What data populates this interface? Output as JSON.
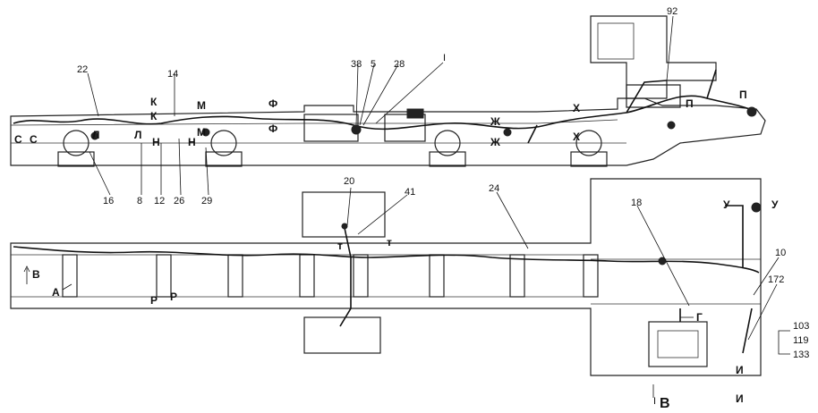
{
  "labels": {
    "c1": "С",
    "c2": "С",
    "l1": "Л",
    "l2": "Л",
    "k1": "К",
    "k2": "К",
    "m1": "М",
    "m2": "М",
    "n1": "Н",
    "n2": "Н",
    "f1": "Ф",
    "f2": "Ф",
    "zh1": "Ж",
    "zh2": "Ж",
    "kh1": "Х",
    "kh2": "Х",
    "p1": "П",
    "p2": "П",
    "roman1": "I",
    "v1": "В",
    "a1": "А",
    "r1": "Р",
    "r2": "Р",
    "t1": "т",
    "t2": "т",
    "u1": "У",
    "u2": "У",
    "g1": "Г",
    "i1": "И",
    "i2": "И",
    "roman2": "I",
    "vbig": "В"
  },
  "callouts": {
    "n22": "22",
    "n16": "16",
    "n8": "8",
    "n12": "12",
    "n14": "14",
    "n26": "26",
    "n29": "29",
    "n38": "38",
    "n5": "5",
    "n28": "28",
    "n92": "92",
    "n20": "20",
    "n41": "41",
    "n24": "24",
    "n18": "18",
    "n10": "10",
    "n172": "172",
    "n103": "103",
    "n119": "119",
    "n133": "133"
  }
}
